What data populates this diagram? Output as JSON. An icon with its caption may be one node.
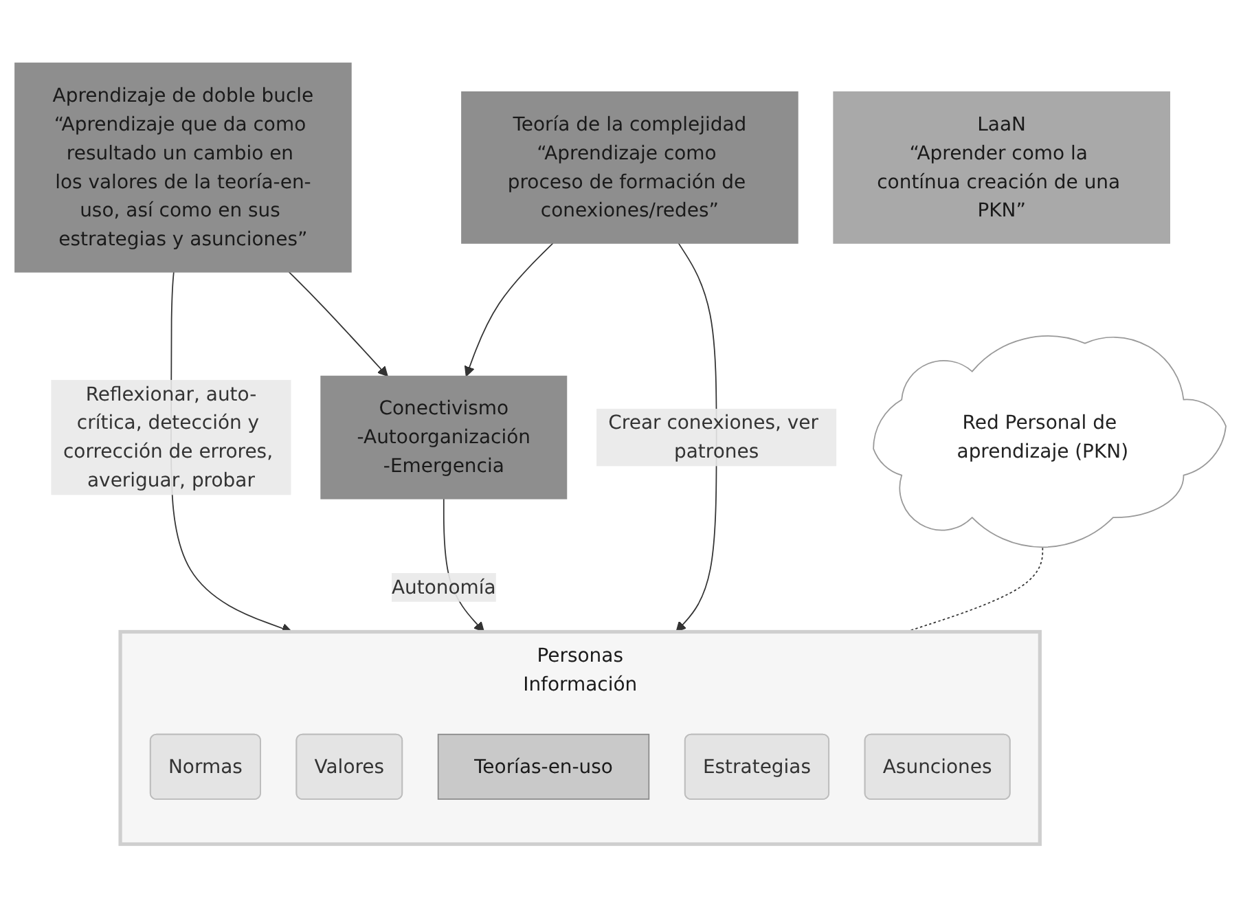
{
  "diagram": {
    "nodes": [
      {
        "text": [
          "Aprendizaje de doble bucle",
          "“Aprendizaje que da como resultado un cambio en los valores de la teoría-en-uso, así como en sus estrategias y asunciones”"
        ]
      },
      {
        "text": [
          "Conectivismo",
          "-Autoorganización",
          "-Emergencia"
        ]
      },
      {
        "text": [
          "Teoría de la complejidad",
          "“Aprendizaje como proceso de formación de conexiones/redes”"
        ]
      },
      {
        "text": [
          "Personas",
          "Información"
        ]
      },
      {
        "text": [
          "Normas"
        ],
        "in": 3
      },
      {
        "text": [
          "Valores"
        ],
        "in": 3
      },
      {
        "text": [
          "Teorías-en-uso"
        ],
        "in": 3
      },
      {
        "text": [
          "Estrategias"
        ],
        "in": 3
      },
      {
        "text": [
          "Asunciones"
        ],
        "in": 3
      },
      {
        "text": [
          "Red Personal de aprendizaje (PKN)"
        ]
      },
      {
        "text": [
          "LaaN",
          "“Aprender como la contínua creación de una PKN”"
        ]
      }
    ],
    "edges": [
      {
        "from": 0,
        "to": 1,
        "arrow": "to"
      },
      {
        "from": 2,
        "to": 1,
        "arrow": "to"
      },
      {
        "from": 0,
        "to": 3,
        "arrow": "to",
        "label": "Reflexionar, auto-crítica, detección y corrección de errores, averiguar, probar"
      },
      {
        "from": 1,
        "to": 3,
        "arrow": "to",
        "label": "Autonomía"
      },
      {
        "from": 2,
        "to": 3,
        "arrow": "to",
        "label": "Crear conexiones, ver patrones"
      },
      {
        "from": 9,
        "to": 3,
        "arrow": "none",
        "style": "dashed"
      }
    ]
  }
}
